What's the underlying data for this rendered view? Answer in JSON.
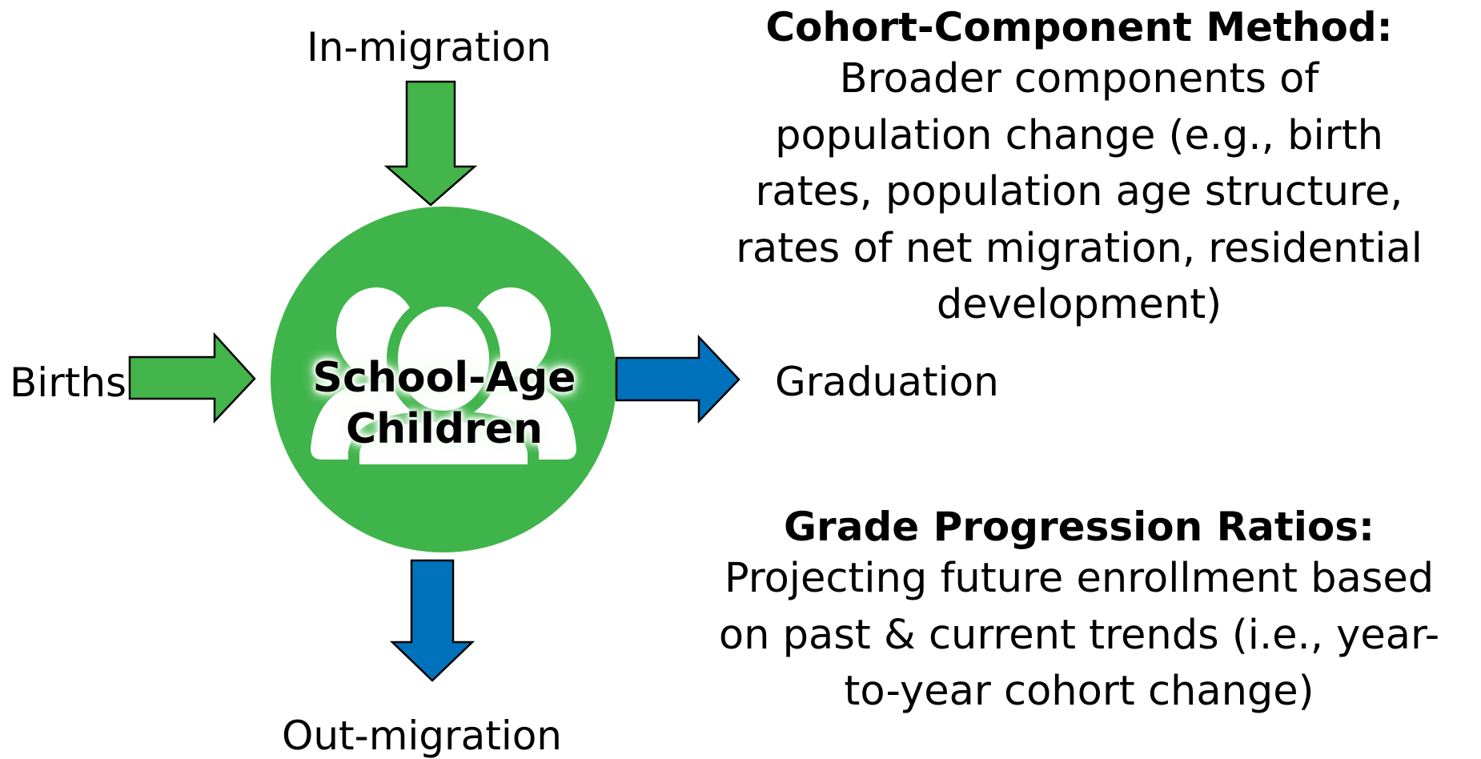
{
  "diagram": {
    "center_label_line1": "School-Age",
    "center_label_line2": "Children",
    "inputs": {
      "top": "In-migration",
      "left": "Births"
    },
    "outputs": {
      "right": "Graduation",
      "bottom": "Out-migration"
    },
    "colors": {
      "inflow": "#43b54a",
      "outflow": "#0072bc",
      "circle": "#3fb44a",
      "outline": "#000000"
    }
  },
  "methods": [
    {
      "title": "Cohort-Component Method:",
      "lines": [
        "Broader components of",
        "population change (e.g., birth",
        "rates, population age structure,",
        "rates of net migration, residential",
        "development)"
      ]
    },
    {
      "title": "Grade Progression Ratios:",
      "lines": [
        "Projecting future enrollment based",
        "on past & current trends (i.e., year-",
        "to-year cohort change)"
      ]
    }
  ]
}
